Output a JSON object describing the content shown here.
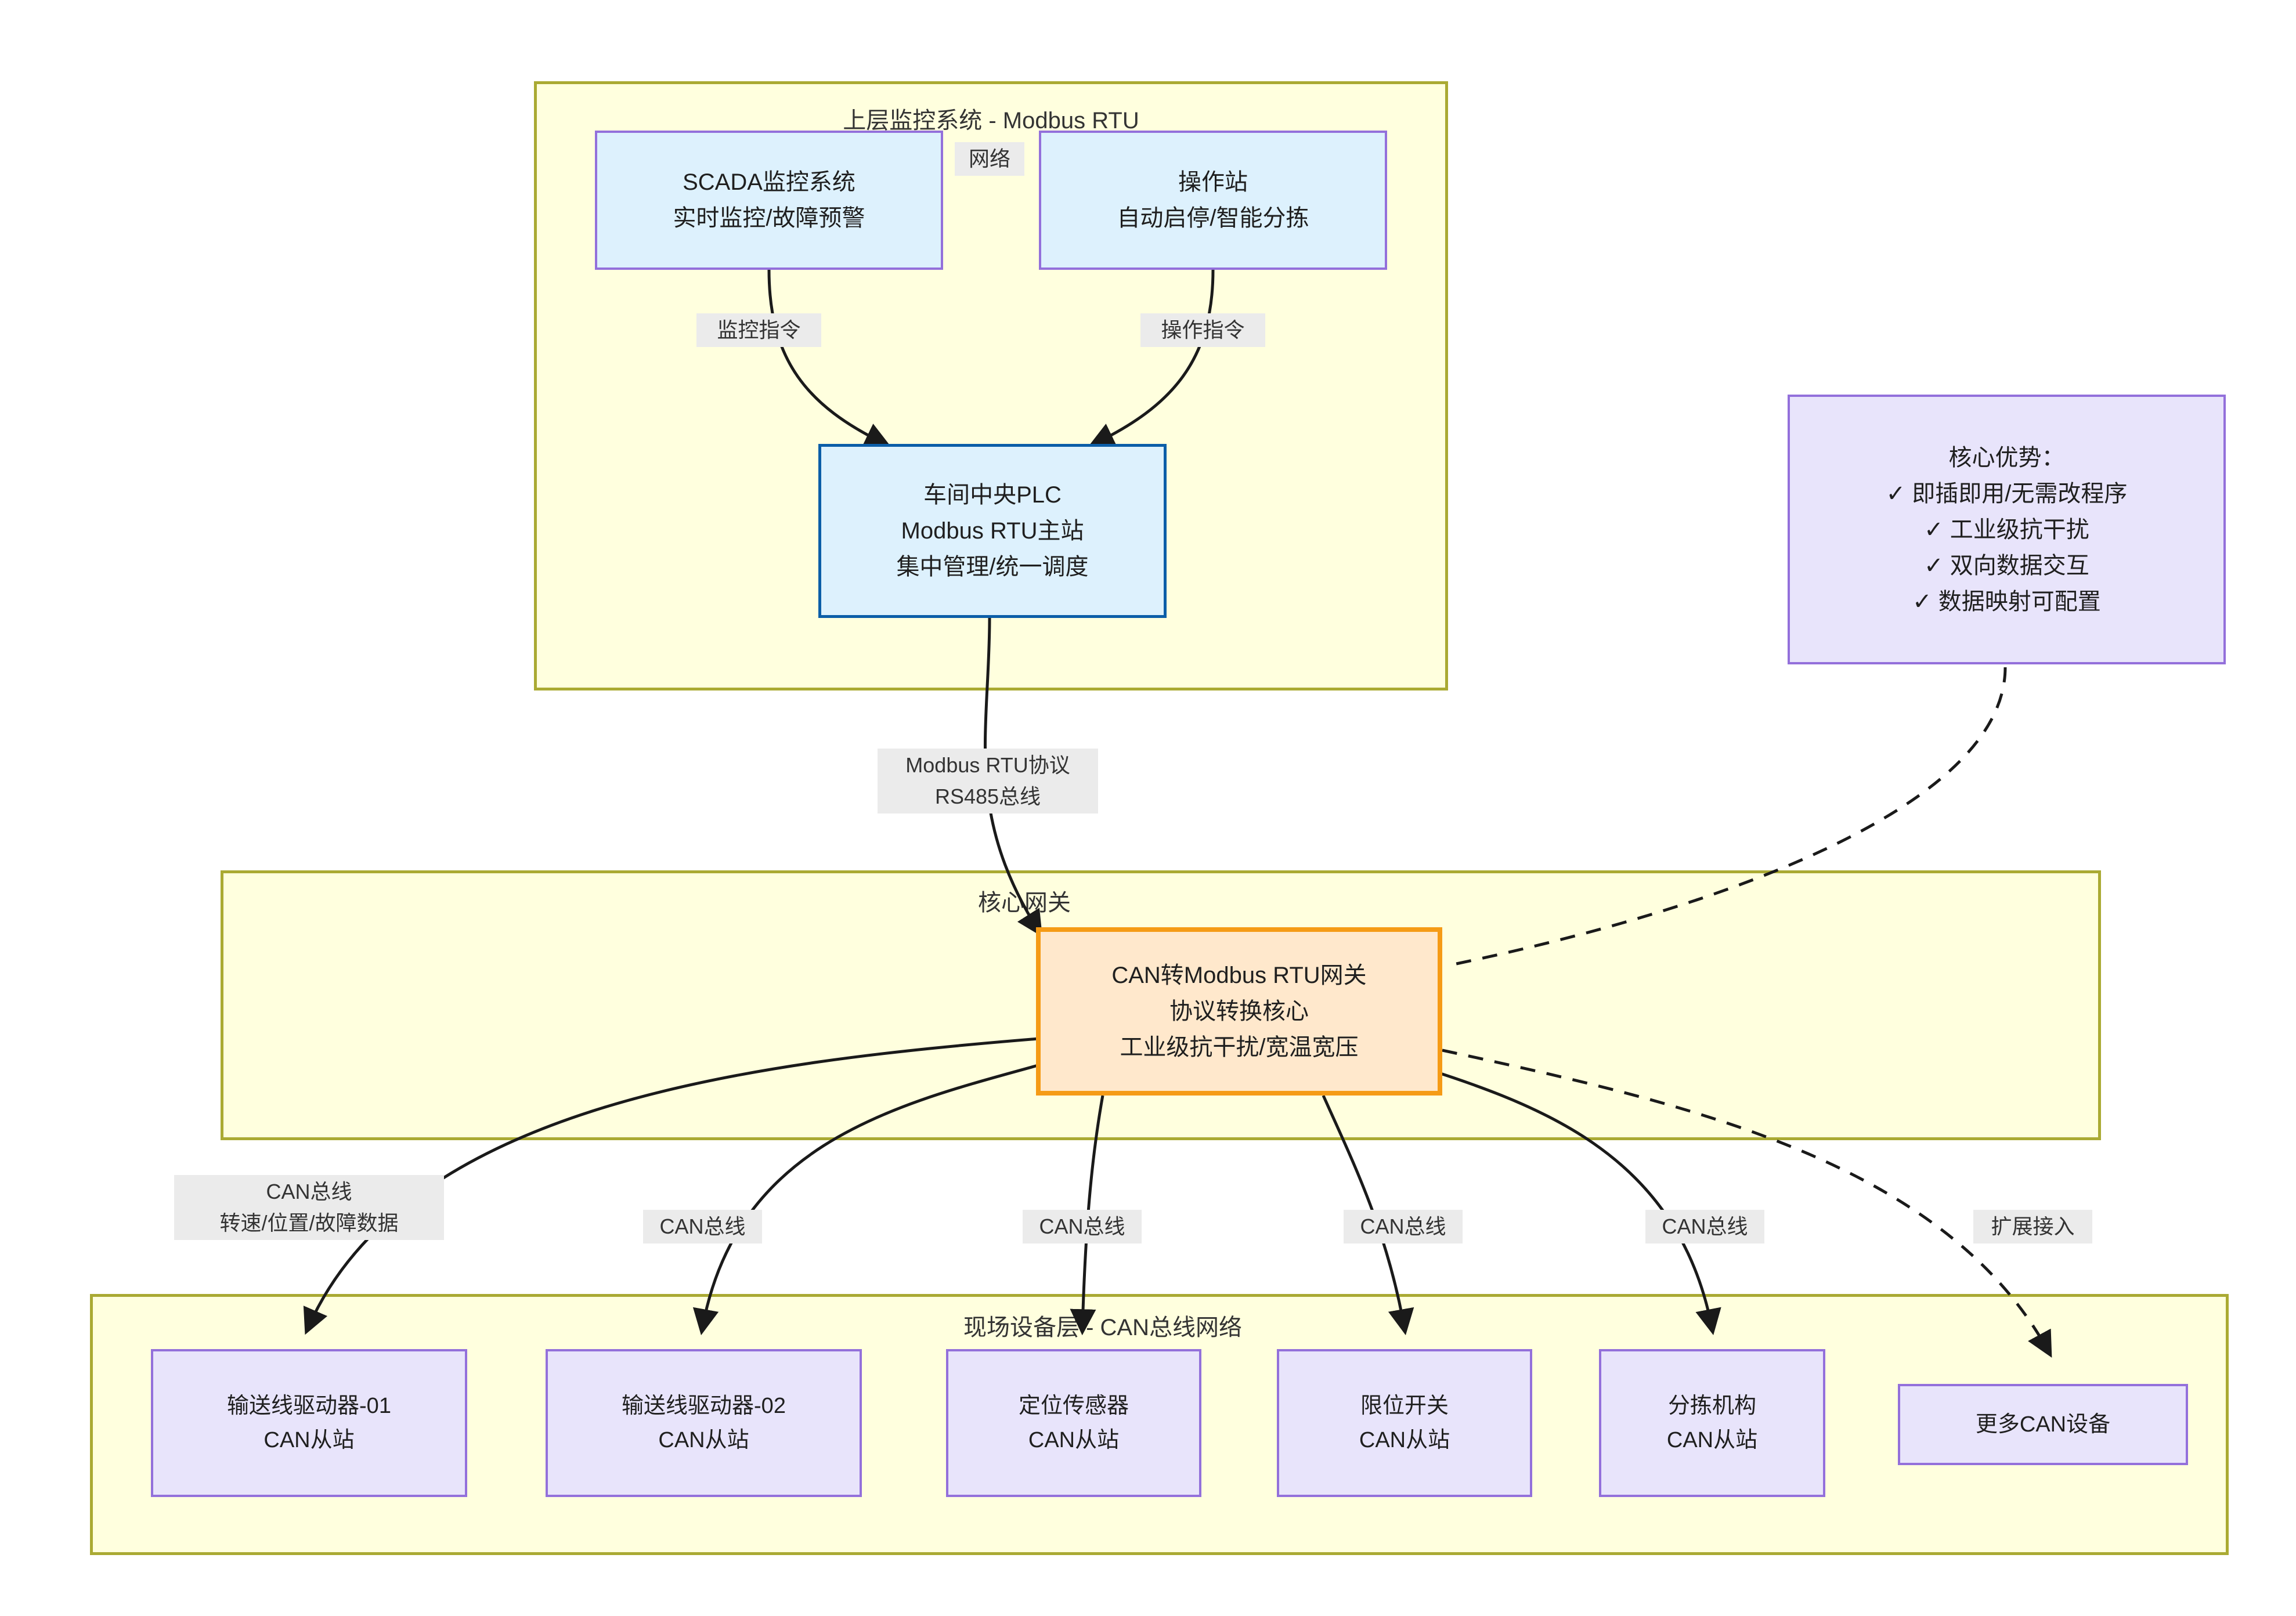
{
  "diagram": {
    "title": "CAN转Modbus RTU网关工业架构图",
    "colors": {
      "subgraph_fill": "#ffffde",
      "subgraph_border": "#aaaa33",
      "node_blue_fill": "#ddf1fd",
      "node_purple_border": "#9370db",
      "plc_border": "#0b5ea8",
      "gateway_fill": "#ffe8cc",
      "gateway_border": "#f59b16",
      "lavender_fill": "#e8e4fb",
      "edge_label_bg": "#ebebeb",
      "edge_stroke": "#1a1a1a"
    }
  },
  "subgraphs": {
    "upper": {
      "title": "上层监控系统 - Modbus RTU"
    },
    "gateway": {
      "title": "核心网关"
    },
    "field": {
      "title": "现场设备层 - CAN总线网络"
    }
  },
  "nodes": {
    "scada": {
      "line1": "SCADA监控系统",
      "line2": "实时监控/故障预警"
    },
    "opstation": {
      "line1": "操作站",
      "line2": "自动启停/智能分拣"
    },
    "plc": {
      "line1": "车间中央PLC",
      "line2": "Modbus RTU主站",
      "line3": "集中管理/统一调度"
    },
    "gateway": {
      "line1": "CAN转Modbus RTU网关",
      "line2": "协议转换核心",
      "line3": "工业级抗干扰/宽温宽压"
    },
    "drive01": {
      "line1": "输送线驱动器-01",
      "line2": "CAN从站"
    },
    "drive02": {
      "line1": "输送线驱动器-02",
      "line2": "CAN从站"
    },
    "sensor": {
      "line1": "定位传感器",
      "line2": "CAN从站"
    },
    "limit": {
      "line1": "限位开关",
      "line2": "CAN从站"
    },
    "sorter": {
      "line1": "分拣机构",
      "line2": "CAN从站"
    },
    "more": {
      "line1": "更多CAN设备"
    },
    "advantages": {
      "line1": "核心优势：",
      "line2": "✓ 即插即用/无需改程序",
      "line3": "✓ 工业级抗干扰",
      "line4": "✓ 双向数据交互",
      "line5": "✓ 数据映射可配置"
    }
  },
  "edge_labels": {
    "network": {
      "line1": "网络"
    },
    "scada_plc": {
      "line1": "监控指令"
    },
    "op_plc": {
      "line1": "操作指令"
    },
    "plc_gw": {
      "line1": "Modbus RTU协议",
      "line2": "RS485总线"
    },
    "gw_drive01": {
      "line1": "CAN总线",
      "line2": "转速/位置/故障数据"
    },
    "gw_drive02": {
      "line1": "CAN总线"
    },
    "gw_sensor": {
      "line1": "CAN总线"
    },
    "gw_limit": {
      "line1": "CAN总线"
    },
    "gw_sorter": {
      "line1": "CAN总线"
    },
    "gw_more": {
      "line1": "扩展接入"
    }
  }
}
